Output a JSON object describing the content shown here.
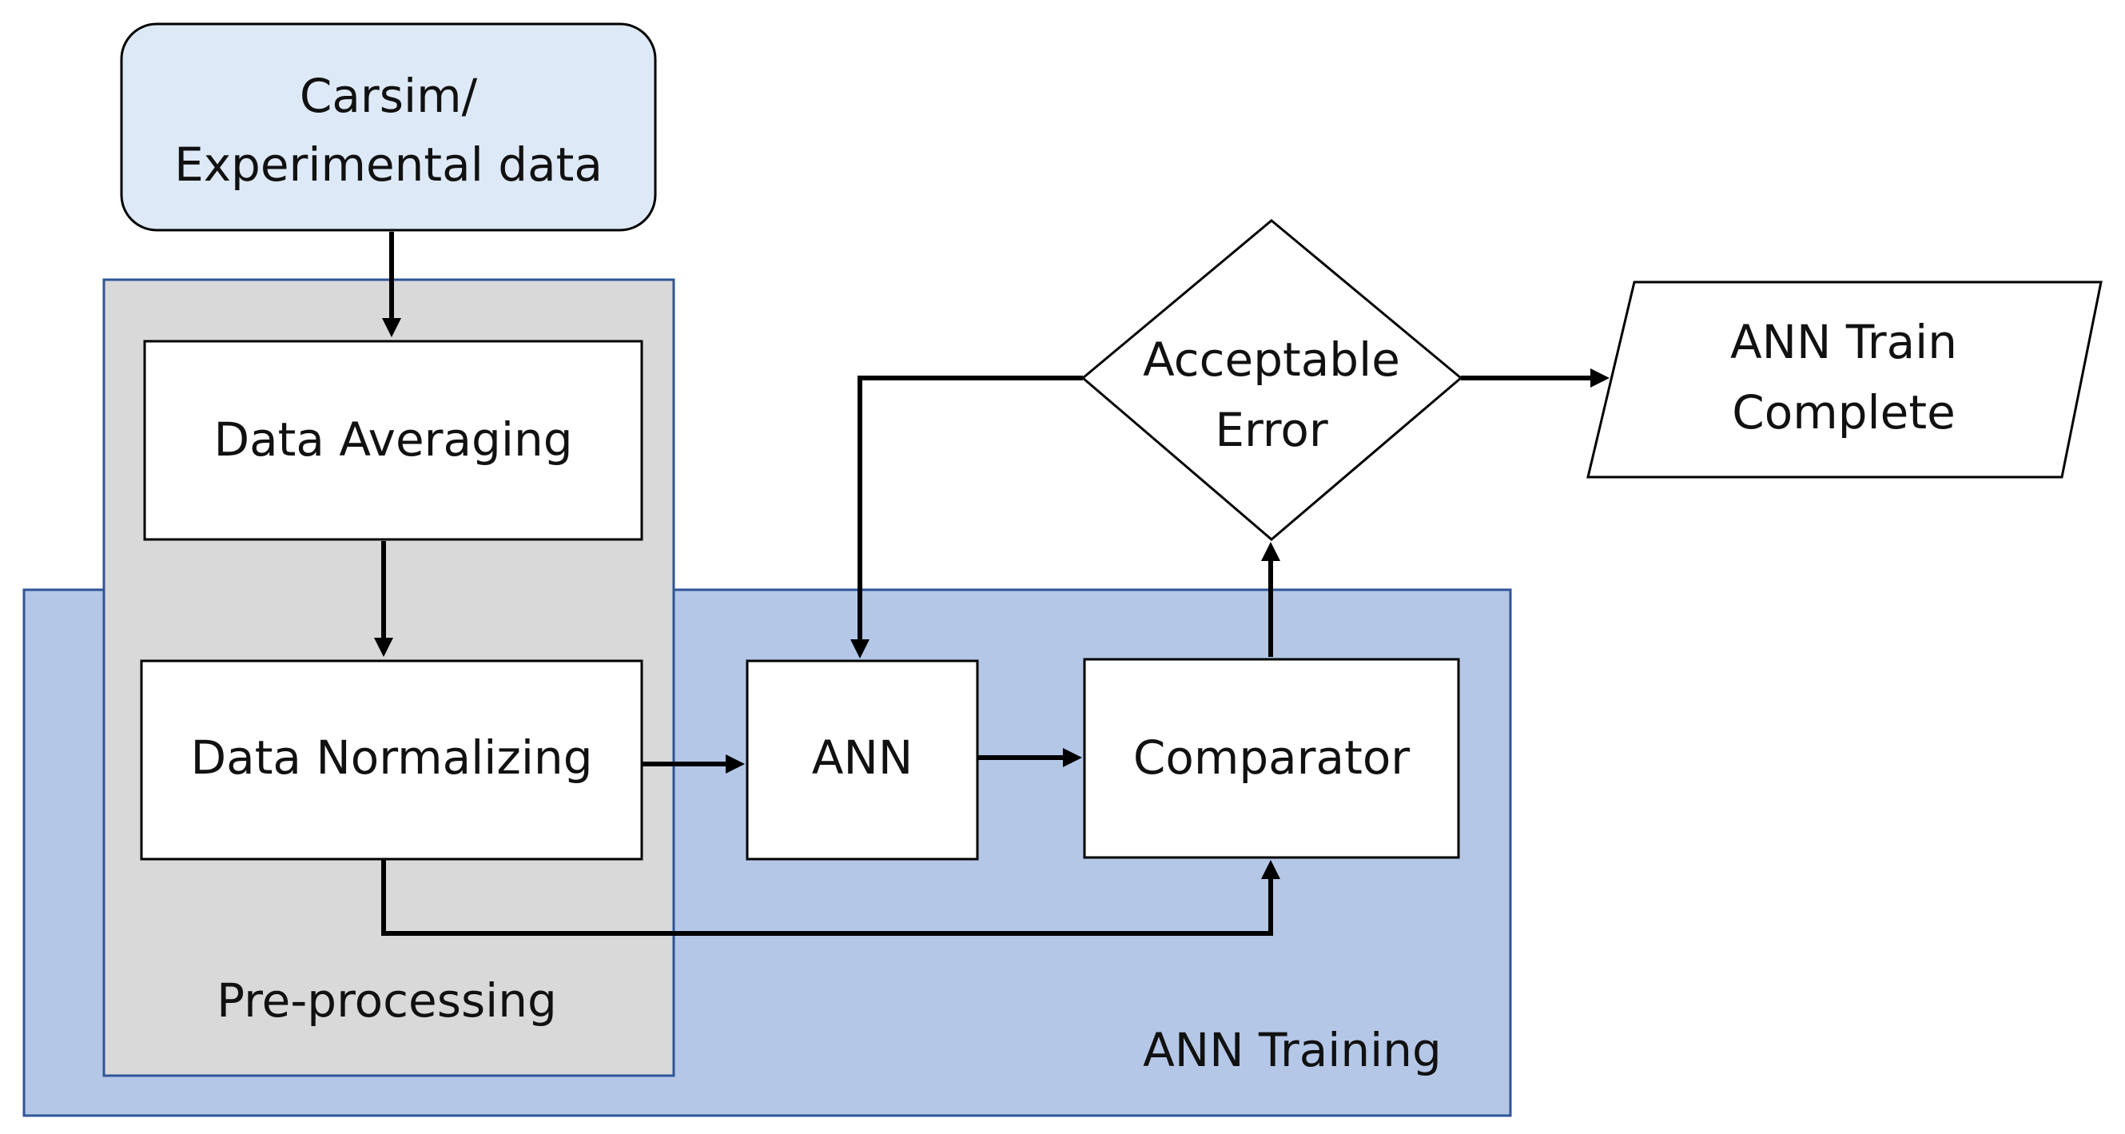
{
  "colors": {
    "start_fill": "#dde9f6",
    "preprocessing_fill": "#d9d9d9",
    "training_fill": "#b4c7e7",
    "group_border": "#2f5597",
    "box_fill": "#ffffff",
    "line": "#000000"
  },
  "nodes": {
    "data_source": {
      "line1": "Carsim/",
      "line2": "Experimental data"
    },
    "data_averaging": {
      "label": "Data Averaging"
    },
    "data_normalizing": {
      "label": "Data Normalizing"
    },
    "ann": {
      "label": "ANN"
    },
    "comparator": {
      "label": "Comparator"
    },
    "acceptable_error": {
      "line1": "Acceptable",
      "line2": "Error"
    },
    "ann_train_complete": {
      "line1": "ANN Train",
      "line2": "Complete"
    }
  },
  "groups": {
    "preprocessing": {
      "label": "Pre-processing"
    },
    "ann_training": {
      "label": "ANN Training"
    }
  }
}
